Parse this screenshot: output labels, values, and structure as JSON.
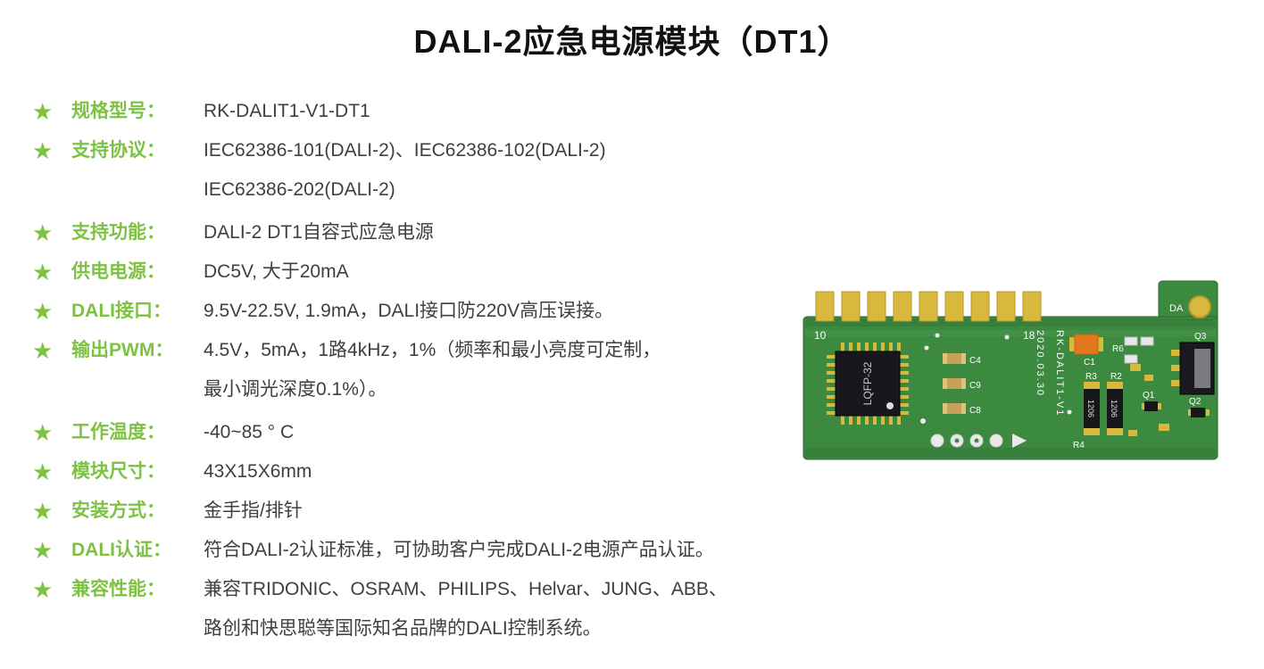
{
  "colors": {
    "accent_green": "#7EC242",
    "title_text": "#111111",
    "value_text": "#3F3F3F",
    "pcb_board_green": "#3C8A40",
    "pcb_pad_gold": "#D8B93E"
  },
  "icons": {
    "star": "★"
  },
  "title": "DALI-2应急电源模块（DT1）",
  "specs": [
    {
      "label": "规格型号：",
      "lines": [
        "RK-DALIT1-V1-DT1"
      ]
    },
    {
      "label": "支持协议：",
      "lines": [
        "IEC62386-101(DALI-2)、IEC62386-102(DALI-2)",
        "IEC62386-202(DALI-2)"
      ]
    },
    {
      "label": "支持功能：",
      "lines": [
        "DALI-2 DT1自容式应急电源"
      ]
    },
    {
      "label": "供电电源：",
      "lines": [
        "DC5V, 大于20mA"
      ]
    },
    {
      "label": "DALI接口：",
      "lines": [
        "9.5V-22.5V, 1.9mA，DALI接口防220V高压误接。"
      ]
    },
    {
      "label": "输出PWM：",
      "lines": [
        "4.5V，5mA，1路4kHz，1%（频率和最小亮度可定制，",
        "最小调光深度0.1%）。"
      ]
    },
    {
      "label": "工作温度：",
      "lines": [
        "-40~85 ° C"
      ]
    },
    {
      "label": "模块尺寸：",
      "lines": [
        "43X15X6mm"
      ]
    },
    {
      "label": "安装方式：",
      "lines": [
        "金手指/排针"
      ]
    },
    {
      "label": "DALI认证：",
      "lines": [
        "符合DALI-2认证标准，可协助客户完成DALI-2电源产品认证。"
      ]
    },
    {
      "label": "兼容性能：",
      "lines": [
        "兼容TRIDONIC、OSRAM、PHILIPS、Helvar、JUNG、ABB、",
        "路创和快思聪等国际知名品牌的DALI控制系统。"
      ]
    }
  ],
  "pcb": {
    "pin_left": "10",
    "pin_right": "18",
    "chip_label": "LQFP-32",
    "board_date": "2020.03.30",
    "board_model": "RK-DALIT1-V1",
    "pad_label": "DA",
    "components": {
      "c4": "C4",
      "c9": "C9",
      "c8": "C8",
      "c1": "C1",
      "r6": "R6",
      "r3": "R3",
      "r2": "R2",
      "r4": "R4",
      "q1": "Q1",
      "q2": "Q2",
      "q3": "Q3",
      "smd_code_1": "1206",
      "smd_code_2": "1206"
    }
  }
}
